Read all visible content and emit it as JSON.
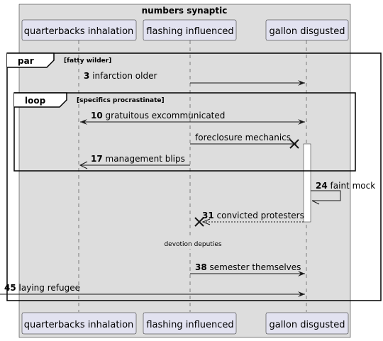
{
  "box": {
    "title": "numbers synaptic"
  },
  "participants": [
    {
      "id": "qi",
      "label": "quarterbacks inhalation"
    },
    {
      "id": "fi",
      "label": "flashing influenced"
    },
    {
      "id": "gd",
      "label": "gallon disgusted"
    }
  ],
  "fragments": {
    "par": {
      "keyword": "par",
      "guard": "[fatty wilder]"
    },
    "loop": {
      "keyword": "loop",
      "guard": "[specifics procrastinate]"
    }
  },
  "messages": [
    {
      "num": "3",
      "text": "infarction older",
      "from": "fi",
      "to": "gd"
    },
    {
      "num": "10",
      "text": "gratuitous excommunicated",
      "from": "qi",
      "to": "gd",
      "bidirectional": true
    },
    {
      "num": "",
      "text": "foreclosure mechanics",
      "from": "fi",
      "to": "gd",
      "lost": true
    },
    {
      "num": "17",
      "text": "management blips",
      "from": "fi",
      "to": "qi",
      "open_arrow": true
    },
    {
      "num": "24",
      "text": "faint mock",
      "from": "gd",
      "to": "gd",
      "self": true
    },
    {
      "num": "31",
      "text": "convicted protesters",
      "from": "gd",
      "to": "fi",
      "dashed": true,
      "destroy": true
    },
    {
      "num": "38",
      "text": "semester themselves",
      "from": "fi",
      "to": "gd"
    },
    {
      "num": "45",
      "text": "laying refugee",
      "from": "external",
      "to": "gd"
    }
  ],
  "delay": {
    "text": "devotion deputies"
  }
}
